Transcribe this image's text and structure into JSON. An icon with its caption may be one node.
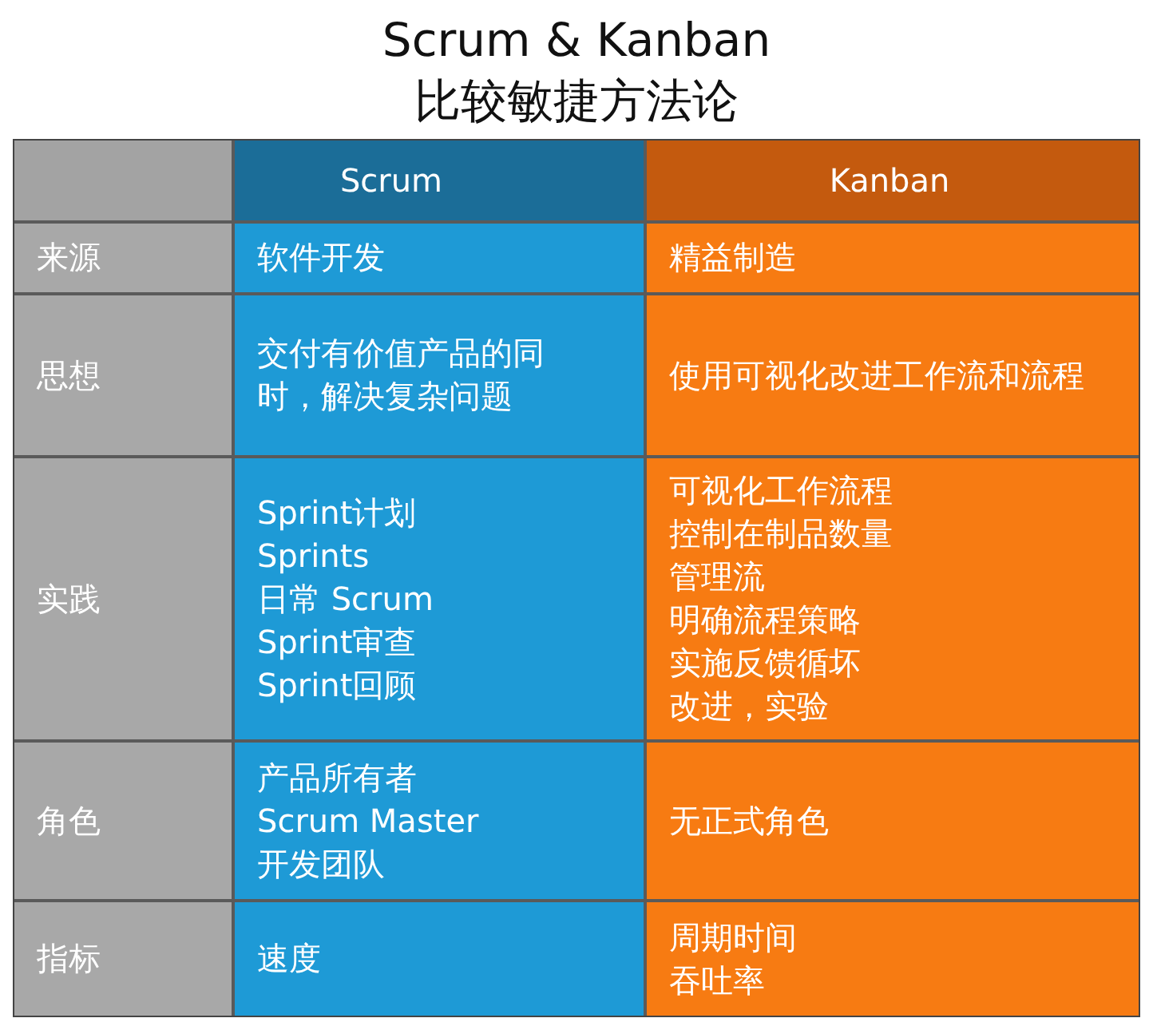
{
  "diagram": {
    "title": "Scrum & Kanban 比较敏捷方法论",
    "labels": [
      "Scrum",
      "Kanban",
      "来源",
      "软件开发",
      "精益制造",
      "思想",
      "交付有价值产品的同时，解决复杂问题",
      "使用可视化改进工作流和流程",
      "实践",
      "Sprint计划",
      "Sprints",
      "日常 Scrum",
      "Sprint审查",
      "Sprint回顾",
      "可视化工作流程",
      "控制在制品数量",
      "管理流",
      "明确流程策略",
      "实施反馈循坏",
      "改进，实验",
      "角色",
      "产品所有者",
      "Scrum Master",
      "开发团队",
      "无正式角色",
      "指标",
      "速度",
      "周期时间",
      "吞吐率"
    ]
  }
}
